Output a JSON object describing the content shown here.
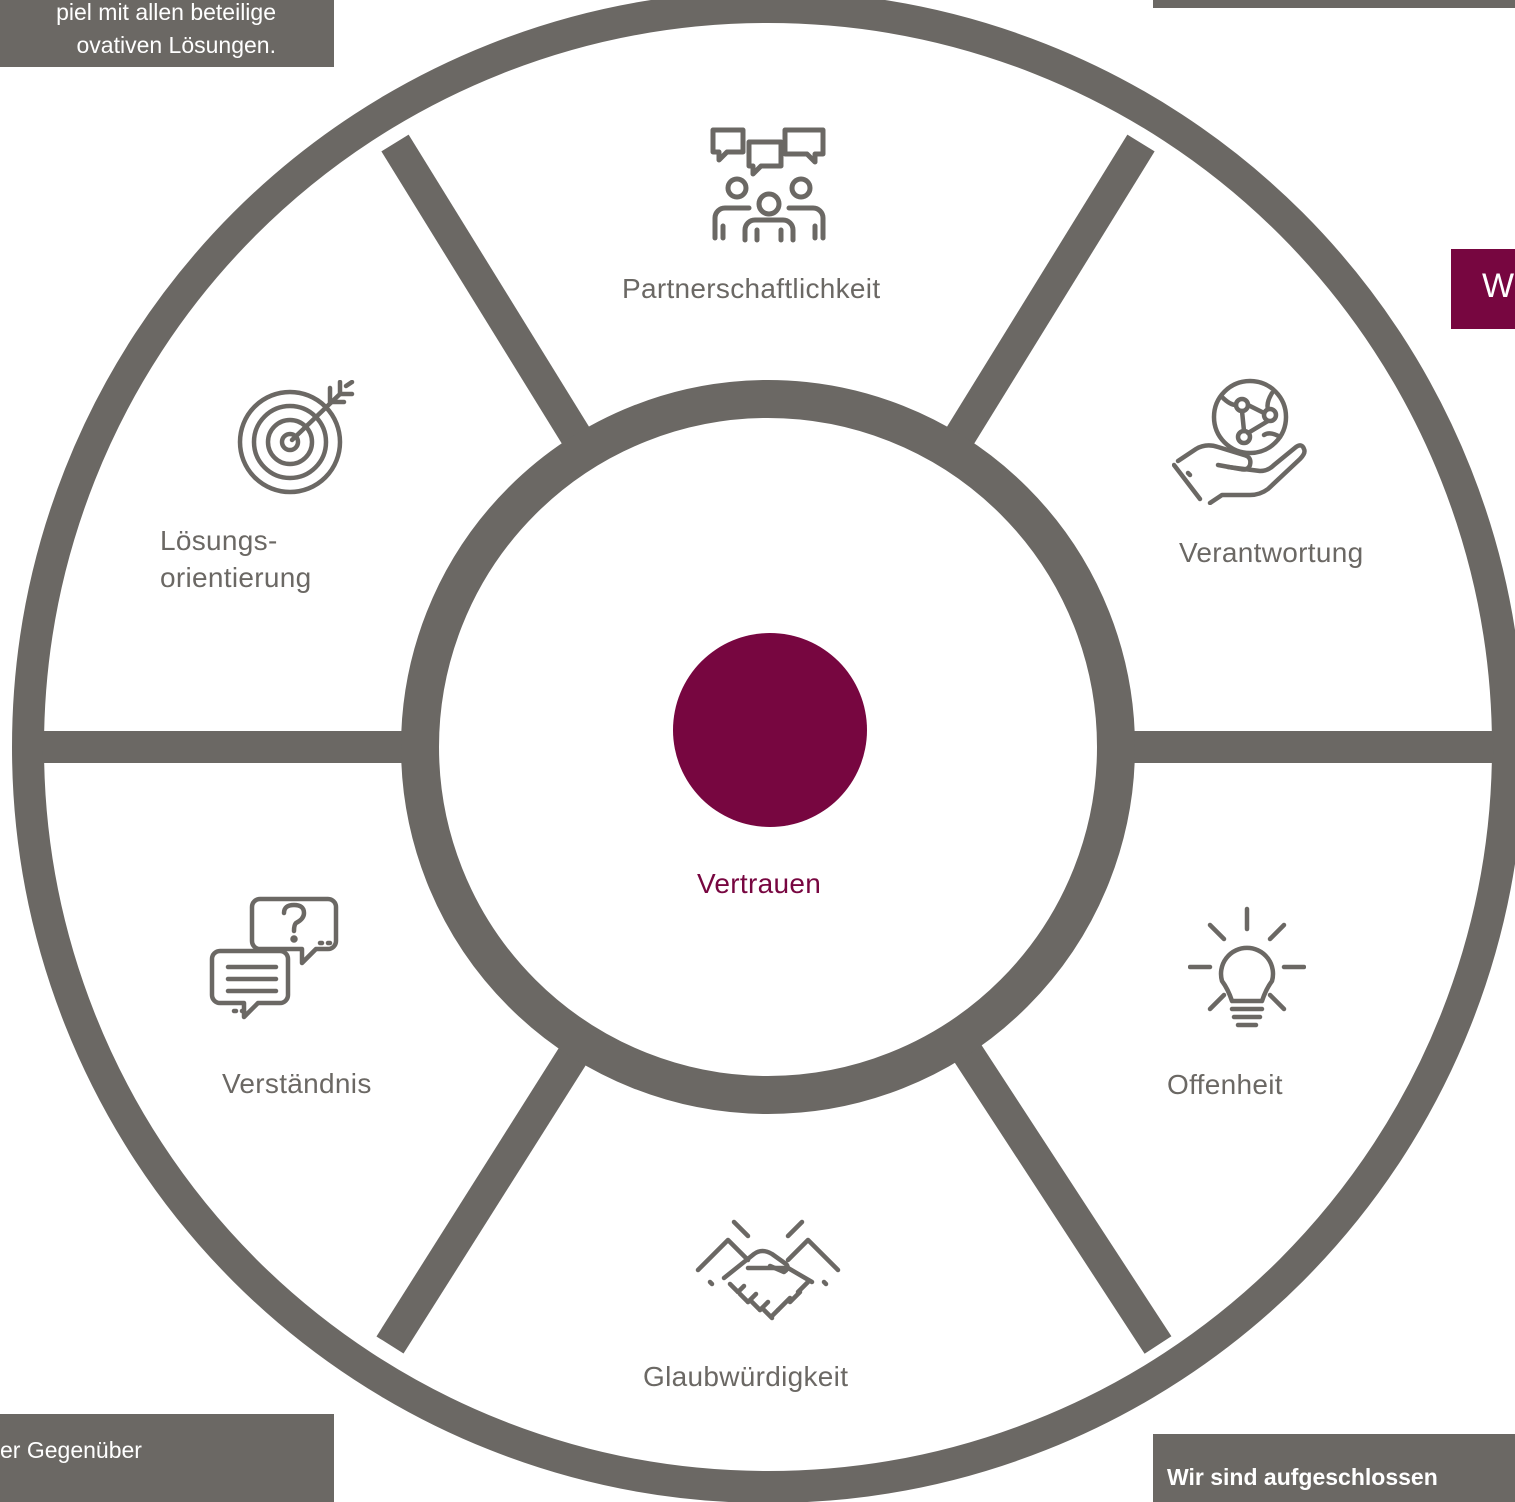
{
  "colors": {
    "ring": "#6b6864",
    "accent": "#770640",
    "text": "#6b6864",
    "background": "#ffffff"
  },
  "center": {
    "label": "Vertrauen"
  },
  "segments": [
    {
      "label": "Partnerschaftlichkeit",
      "icon": "people-chat-icon"
    },
    {
      "label": "Verantwortung",
      "icon": "hand-globe-icon"
    },
    {
      "label": "Offenheit",
      "icon": "lightbulb-icon"
    },
    {
      "label": "Glaubwürdigkeit",
      "icon": "handshake-icon"
    },
    {
      "label": "Verständnis",
      "icon": "speech-bubbles-question-icon"
    },
    {
      "label_line1": "Lösungs-",
      "label_line2": "orientierung",
      "icon": "target-arrow-icon"
    }
  ],
  "tooltips": {
    "top_left_line1": "piel mit allen beteilige",
    "top_left_line2": "ovativen Lösungen.",
    "bottom_left": "er Gegenüber",
    "bottom_right": "Wir sind aufgeschlossen"
  },
  "accent_tab": {
    "text": "W"
  }
}
